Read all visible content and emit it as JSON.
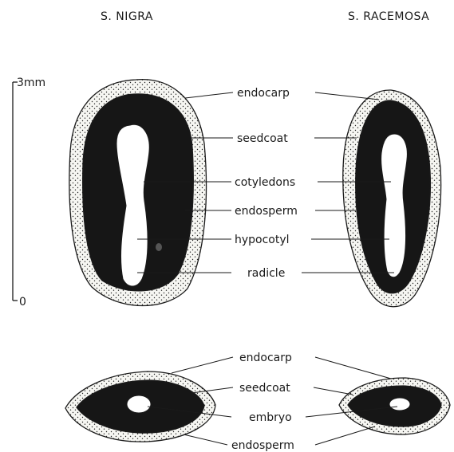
{
  "titles": {
    "left": "S. NIGRA",
    "right": "S. RACEMOSA"
  },
  "scale": {
    "top_label": "3mm",
    "bottom_label": "0"
  },
  "longitudinal_labels": {
    "endocarp": "endocarp",
    "seedcoat": "seedcoat",
    "cotyledons": "cotyledons",
    "endosperm": "endosperm",
    "hypocotyl": "hypocotyl",
    "radicle": "radicle"
  },
  "transverse_labels": {
    "endocarp": "endocarp",
    "seedcoat": "seedcoat",
    "embryo": "embryo",
    "endosperm": "endosperm"
  },
  "colors": {
    "ink": "#1a1a1a",
    "endosperm_fill": "#161616",
    "endocarp_fill": "#f6f6f2",
    "paper": "#ffffff"
  }
}
